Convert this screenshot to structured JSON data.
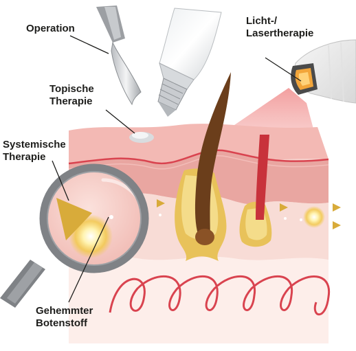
{
  "labels": {
    "operation": "Operation",
    "topical": [
      "Topische",
      "Therapie"
    ],
    "light_laser": [
      "Licht-/",
      "Lasertherapie"
    ],
    "systemic": [
      "Systemische",
      "Therapie"
    ],
    "inhibited_messenger": [
      "Gehemmter",
      "Botenstoff"
    ]
  },
  "icons": [
    "scalpel-icon",
    "ointment-tube-icon",
    "laser-device-icon",
    "magnifier-icon"
  ],
  "colors": {
    "skin_outer": "#f6d3ce",
    "skin_top": "#f3b9b4",
    "epidermis": "#e9a6a1",
    "dermis": "#f8dcd6",
    "hypodermis": "#fdeeea",
    "vessel": "#d9434f",
    "hair": "#6b3e1b",
    "follicle": "#e8c25a",
    "signal": "#d8ab3a",
    "beam": "#f4a9a7",
    "metal": "#8a8e92"
  }
}
